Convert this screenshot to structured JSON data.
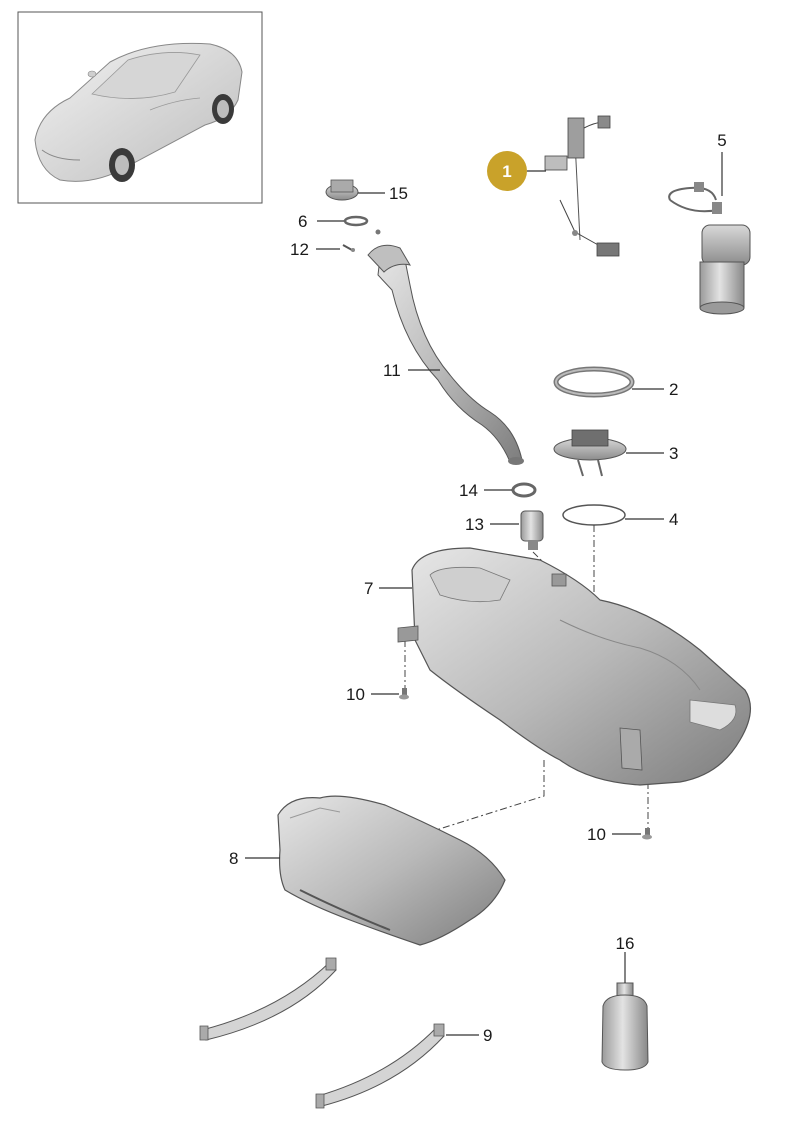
{
  "callouts": {
    "c1": "1",
    "c2": "2",
    "c3": "3",
    "c4": "4",
    "c5": "5",
    "c6": "6",
    "c7": "7",
    "c8": "8",
    "c9": "9",
    "c10a": "10",
    "c10b": "10",
    "c11": "11",
    "c12": "12",
    "c13": "13",
    "c14": "14",
    "c15": "15",
    "c16": "16"
  },
  "colors": {
    "highlight_badge": "#c9a22a",
    "part_gray": "#bdbdbd",
    "part_dark": "#8a8a8a"
  }
}
